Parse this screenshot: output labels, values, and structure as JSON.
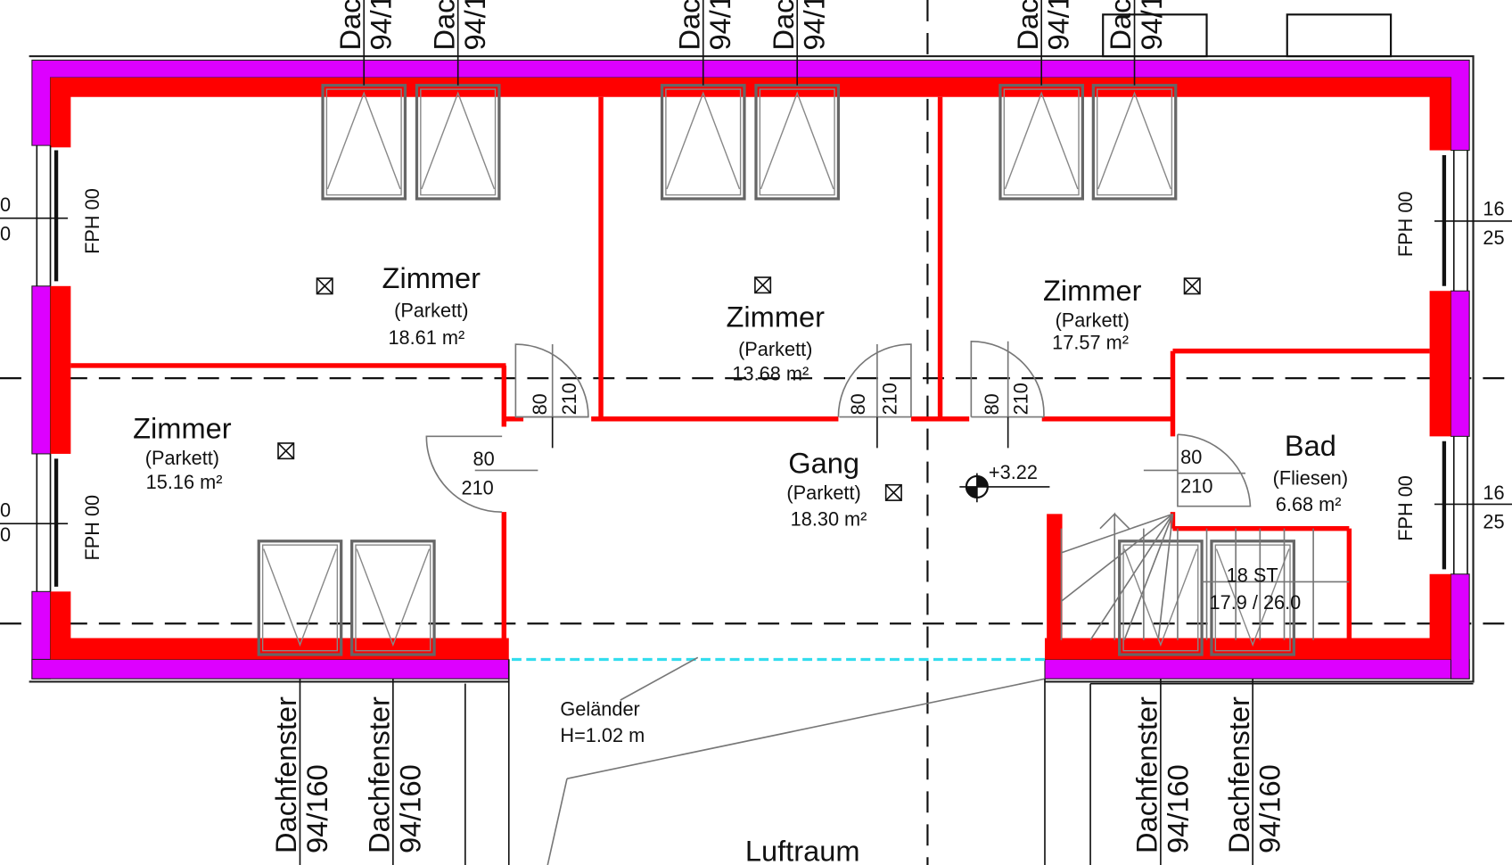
{
  "colors": {
    "load_bearing_wall": "#ff0000",
    "insulation_layer": "#dd00ff",
    "railing": "#33ddee"
  },
  "rooms": [
    {
      "name": "Zimmer",
      "floor": "(Parkett)",
      "area": "18.61 m²"
    },
    {
      "name": "Zimmer",
      "floor": "(Parkett)",
      "area": "13.68 m²"
    },
    {
      "name": "Zimmer",
      "floor": "(Parkett)",
      "area": "17.57 m²"
    },
    {
      "name": "Zimmer",
      "floor": "(Parkett)",
      "area": "15.16 m²"
    },
    {
      "name": "Gang",
      "floor": "(Parkett)",
      "area": "18.30 m²"
    },
    {
      "name": "Bad",
      "floor": "(Fliesen)",
      "area": "6.68 m²"
    }
  ],
  "roof_window": {
    "label": "Dachfenster",
    "size": "94/160"
  },
  "wall_window_label": "FPH 00",
  "doors": [
    {
      "width": "80",
      "height": "210"
    },
    {
      "width": "80",
      "height": "210"
    },
    {
      "width": "80",
      "height": "210"
    },
    {
      "width": "80",
      "height": "210"
    },
    {
      "width": "80",
      "height": "210"
    }
  ],
  "level": "+3.22",
  "stair": {
    "steps": "18 ST",
    "ratio": "17.9 / 26.0"
  },
  "railing": {
    "label": "Geländer",
    "height": "H=1.02 m"
  },
  "void_label": "Luftraum",
  "edge_dims": {
    "left": [
      "0",
      "0"
    ],
    "right": [
      "16",
      "25"
    ]
  },
  "symbols": [
    "smoke-detector-icon"
  ]
}
